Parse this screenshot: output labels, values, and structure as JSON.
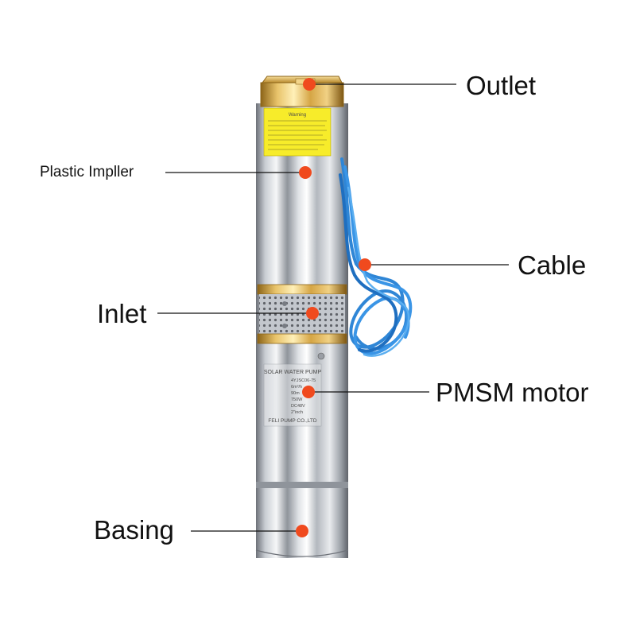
{
  "labels": {
    "outlet": "Outlet",
    "plastic_impeller": "Plastic Impller",
    "cable": "Cable",
    "inlet": "Inlet",
    "pmsm_motor": "PMSM motor",
    "basing": "Basing"
  },
  "product": {
    "warning_title": "Warning",
    "plate_title": "SOLAR WATER PUMP",
    "plate_lines": [
      "4YJSC06-75",
      "6m³/h",
      "90m",
      "750W",
      "DC48V",
      "2\"inch"
    ],
    "plate_company": "FELI PUMP CO.,LTD"
  },
  "colors": {
    "marker": "#f04a1e",
    "leader": "#111111",
    "steel": "#c8ccd2",
    "brass": "#d9a948",
    "cable": "#2f86d6"
  }
}
